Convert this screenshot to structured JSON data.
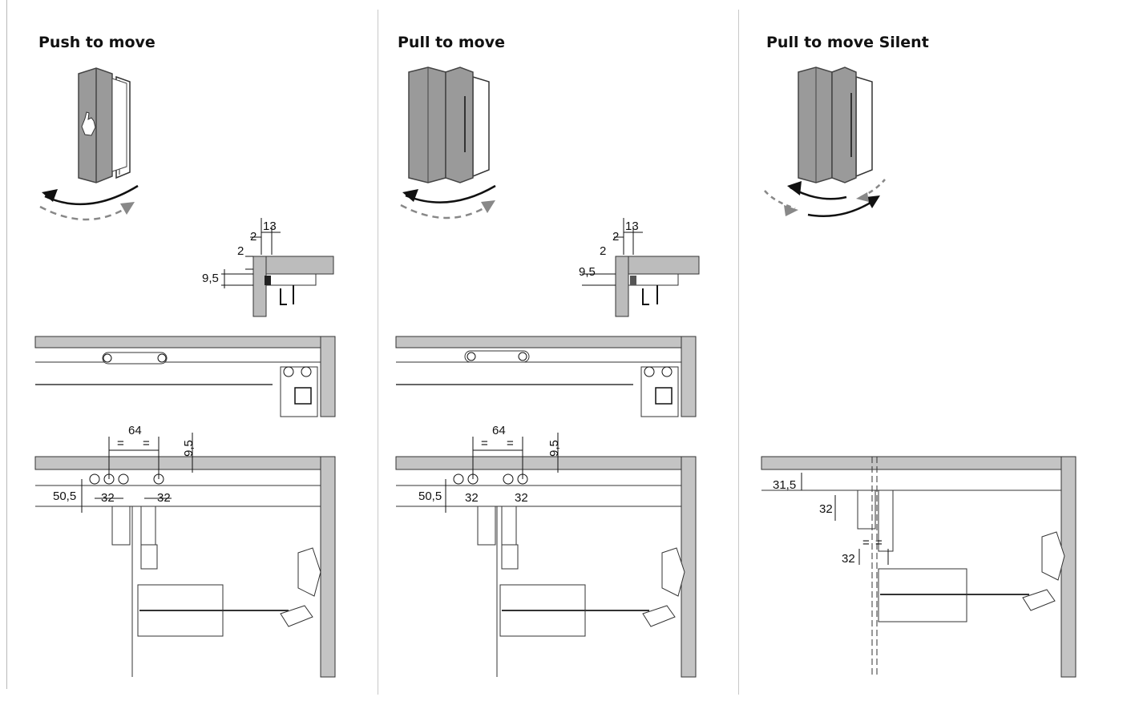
{
  "panels": [
    {
      "title": "Push to move",
      "detail_dims": {
        "gap_top": "13",
        "gap_left": "2",
        "offset_vertical": "2",
        "height": "9,5"
      },
      "plan_dims": {
        "spacing": "64",
        "equal_1": "=",
        "equal_2": "=",
        "vertical": "9,5",
        "setback": "50,5",
        "bore_1": "32",
        "bore_2": "32"
      }
    },
    {
      "title": "Pull to move",
      "detail_dims": {
        "gap_top": "13",
        "gap_left": "2",
        "offset_vertical": "2",
        "height": "9,5"
      },
      "plan_dims": {
        "spacing": "64",
        "equal_1": "=",
        "equal_2": "=",
        "vertical": "9,5",
        "setback": "50,5",
        "bore_1": "32",
        "bore_2": "32"
      }
    },
    {
      "title": "Pull to move Silent",
      "plan_dims": {
        "setback": "31,5",
        "vertical_32": "32",
        "horizontal_32": "32",
        "equal_1": "=",
        "equal_2": "="
      }
    }
  ],
  "colors": {
    "door": "#9a9a9a",
    "door_edge": "#4a4a4a",
    "line": "#1a1a1a",
    "dashed_arrow": "#888888",
    "rail": "#a9a9a9"
  }
}
